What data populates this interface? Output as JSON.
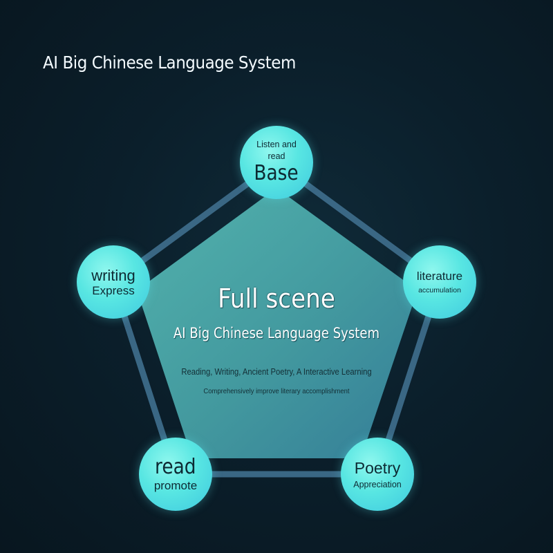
{
  "page_title": "AI Big Chinese Language System",
  "center": {
    "title": "Full scene",
    "subtitle": "AI Big Chinese Language System",
    "line1": "Reading, Writing, Ancient Poetry, A Interactive Learning",
    "line2": "Comprehensively improve literary accomplishment"
  },
  "nodes": {
    "base": {
      "line1": "Listen and",
      "line2": "read",
      "main": "Base"
    },
    "literature": {
      "main": "literature",
      "sub": "accumulation"
    },
    "poetry": {
      "main": "Poetry",
      "sub": "Appreciation"
    },
    "read": {
      "main": "read",
      "sub": "promote"
    },
    "writing": {
      "main": "writing",
      "sub": "Express"
    }
  },
  "colors": {
    "background": "#0b1f2b",
    "outline": "#3a6784",
    "node_fill": "#58e6e2",
    "pentagon_fill": "#4fb3b3",
    "node_text": "#0d2a33"
  }
}
